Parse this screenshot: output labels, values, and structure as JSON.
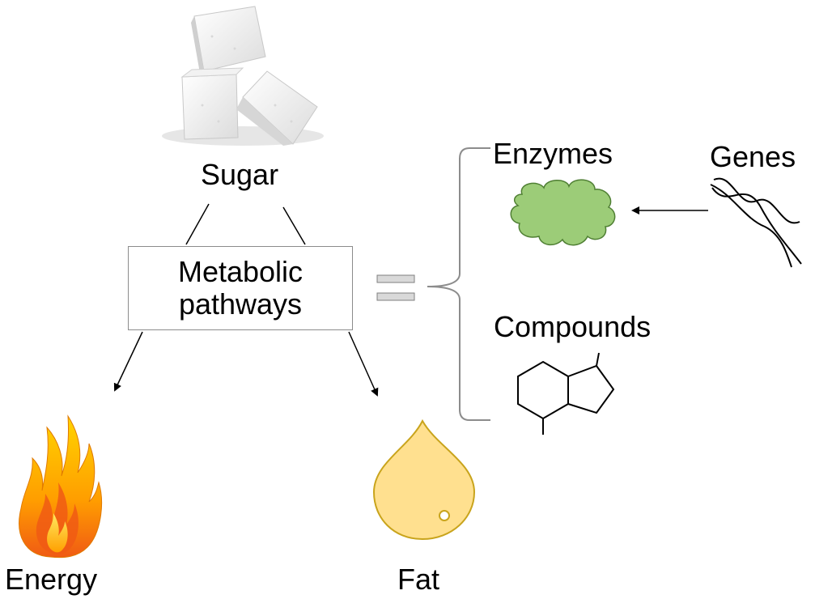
{
  "labels": {
    "sugar": "Sugar",
    "metabolic_line1": "Metabolic",
    "metabolic_line2": "pathways",
    "energy": "Energy",
    "fat": "Fat",
    "enzymes": "Enzymes",
    "genes": "Genes",
    "compounds": "Compounds"
  },
  "icons": {
    "sugar": "sugar-cubes-icon",
    "energy": "flame-icon",
    "fat": "fat-droplet-icon",
    "enzymes": "enzyme-blob-icon",
    "genes": "dna-helix-icon",
    "compounds": "molecule-structure-icon"
  },
  "colors": {
    "enzyme_fill": "#9ccc78",
    "enzyme_stroke": "#4f7f33",
    "fat_fill": "#ffe08f",
    "fat_stroke": "#c9a41c",
    "flame_outer": "#ffb400",
    "flame_inner": "#f05a14",
    "box_border": "#8c8c8c",
    "equals_fill": "#d9d9d9",
    "equals_stroke": "#808080"
  }
}
